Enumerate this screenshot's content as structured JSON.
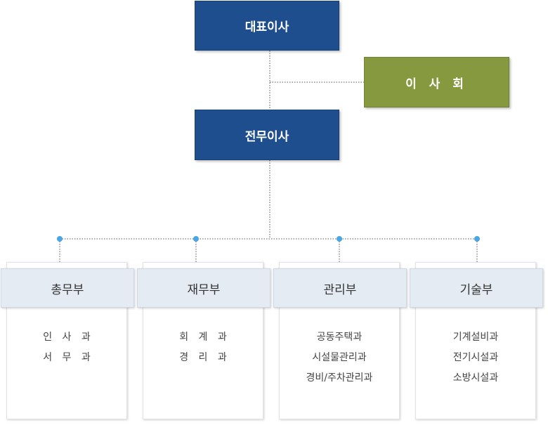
{
  "ceo": {
    "label": "대표이사"
  },
  "board": {
    "label": "이 사 회"
  },
  "managing_director": {
    "label": "전무이사"
  },
  "departments": [
    {
      "name": "총무부",
      "items": [
        "인 사 과",
        "서 무 과"
      ]
    },
    {
      "name": "재무부",
      "items": [
        "회 계 과",
        "경 리 과"
      ]
    },
    {
      "name": "관리부",
      "items": [
        "공동주택과",
        "시설물관리과",
        "경비/주차관리과"
      ]
    },
    {
      "name": "기술부",
      "items": [
        "기계설비과",
        "전기시설과",
        "소방시설과"
      ]
    }
  ],
  "colors": {
    "executive": "#1f4e8f",
    "board": "#86993e",
    "dept_header": "#e4ebf3",
    "connector": "#555555",
    "node_dot": "#49a6e6"
  }
}
